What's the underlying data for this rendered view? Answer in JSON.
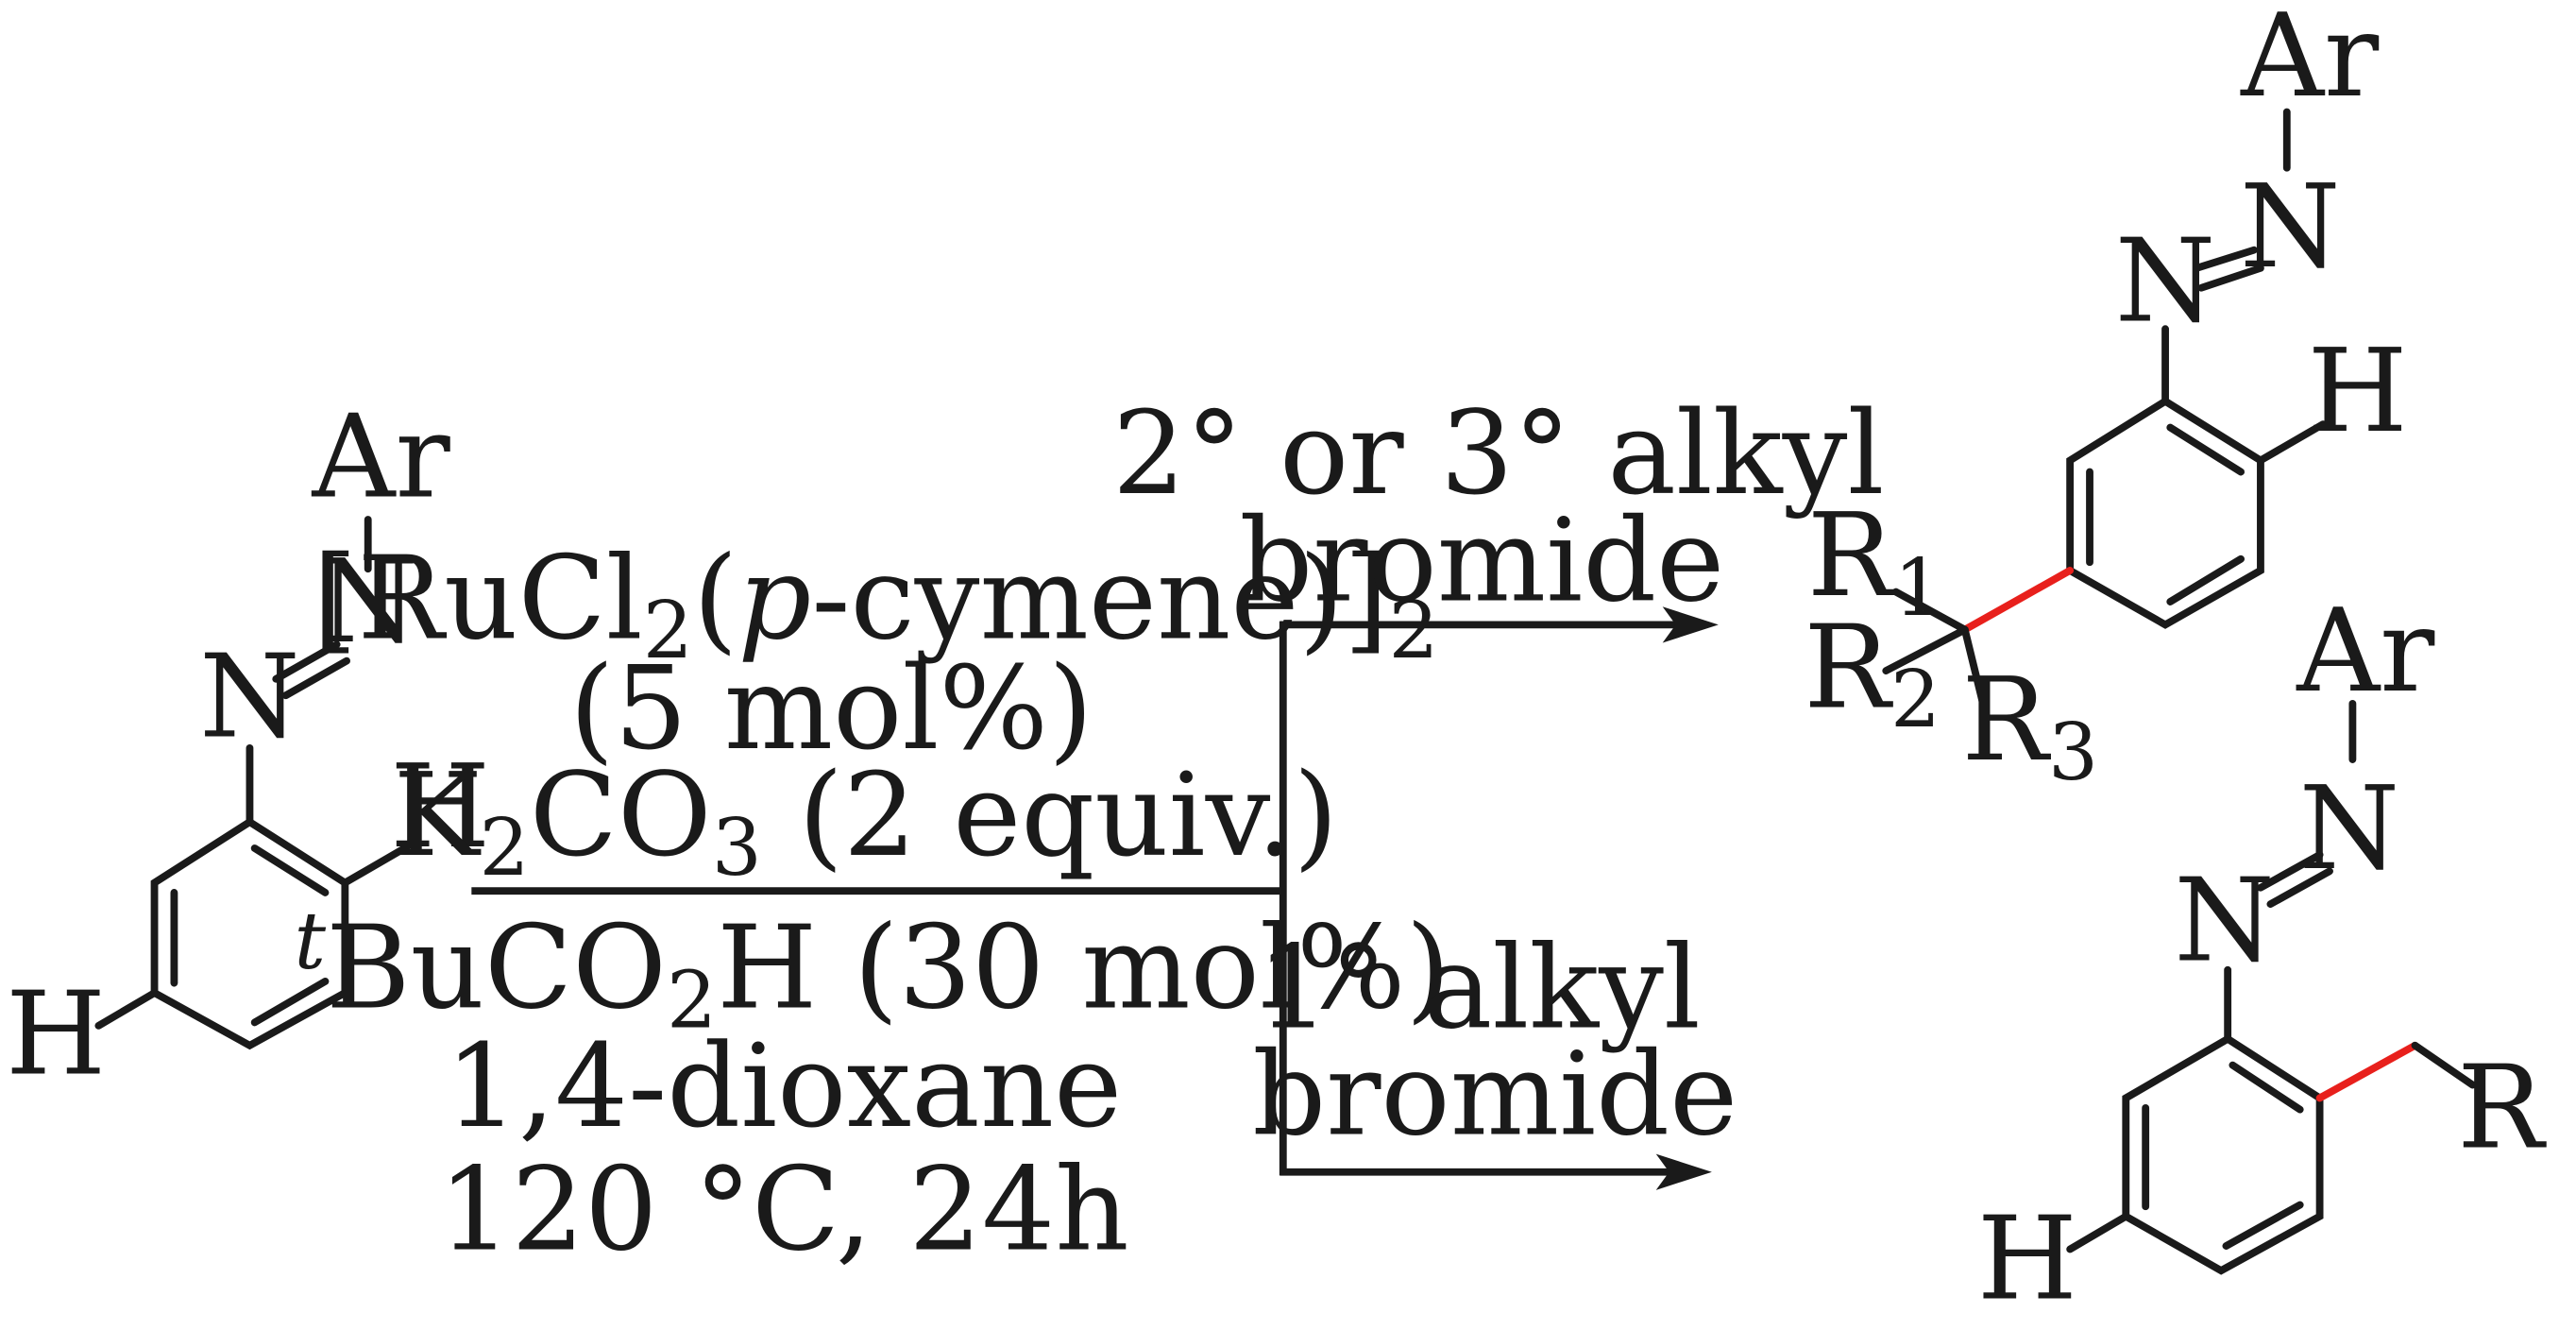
{
  "starting_material": {
    "ar": "Ar",
    "n_top": "N",
    "n_bottom": "N",
    "h_ortho": "H",
    "h_meta": "H"
  },
  "conditions": {
    "catalyst_main": "[RuCl",
    "catalyst_sub1": "2",
    "catalyst_open": "(",
    "catalyst_p": "p",
    "catalyst_rest": "-cymene)]",
    "catalyst_sub2": "2",
    "loading": "(5 mol%)",
    "base_k": "K",
    "base_sub1": "2",
    "base_co": "CO",
    "base_sub2": "3",
    "base_rest": " (2 equiv.)",
    "additive_sup": "t",
    "additive_main": "BuCO",
    "additive_sub": "2",
    "additive_rest": "H (30 mol%)",
    "solvent": "1,4-dioxane",
    "temp_time": "120 °C, 24h"
  },
  "upper_branch": {
    "reagent_line1": "2° or 3° alkyl",
    "reagent_line2": "bromide"
  },
  "lower_branch": {
    "reagent_line1": "1° alkyl",
    "reagent_line2": "bromide"
  },
  "product_meta": {
    "ar": "Ar",
    "n_top": "N",
    "n_bottom": "N",
    "h_ortho": "H",
    "r1": "R",
    "r1_sub": "1",
    "r2": "R",
    "r2_sub": "2",
    "r3": "R",
    "r3_sub": "3"
  },
  "product_ortho": {
    "ar": "Ar",
    "n_top": "N",
    "n_bottom": "N",
    "h_meta": "H",
    "r": "R"
  },
  "colors": {
    "new_bond": "#e8201c",
    "ink": "#1a1a1a"
  }
}
